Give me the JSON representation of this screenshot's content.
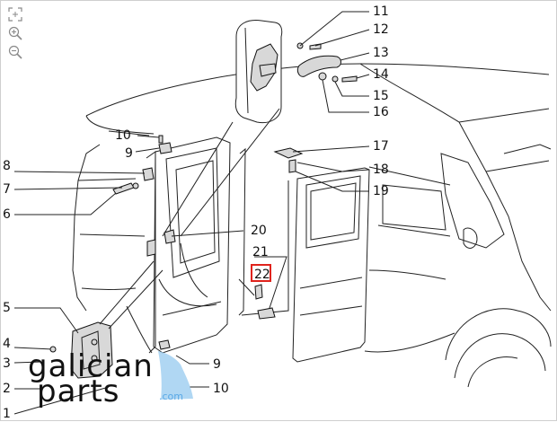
{
  "toolbar": {
    "fit": "fit-to-screen-icon",
    "zoom_in": "zoom-in-icon",
    "zoom_out": "zoom-out-icon"
  },
  "callouts": {
    "c1": "1",
    "c2": "2",
    "c3": "3",
    "c4": "4",
    "c5": "5",
    "c6": "6",
    "c7": "7",
    "c8": "8",
    "c9a": "9",
    "c9b": "9",
    "c10a": "10",
    "c10b": "10",
    "c11": "11",
    "c12": "12",
    "c13": "13",
    "c14": "14",
    "c15": "15",
    "c16": "16",
    "c17": "17",
    "c18": "18",
    "c19": "19",
    "c20": "20",
    "c21": "21",
    "c22": "22"
  },
  "selected_callout": "22",
  "watermark": {
    "line1": "galician",
    "line2": "parts",
    "suffix": ".com"
  },
  "colors": {
    "highlight": "#e0231c",
    "watermark_accent": "#5aa9e6",
    "line": "#222222"
  }
}
